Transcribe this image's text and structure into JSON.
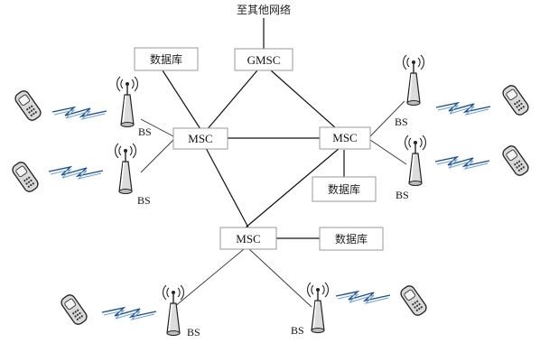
{
  "external_network_label": "至其他网络",
  "gmsc_label": "GMSC",
  "msc_left_label": "MSC",
  "msc_right_label": "MSC",
  "msc_bottom_label": "MSC",
  "database_label": "数据库",
  "bs_label": "BS",
  "colors": {
    "line": "#111111",
    "box_border": "#9a9a9a",
    "radio_wave": "#1f4f8a"
  },
  "icons": {
    "base_station": "base-station-icon",
    "mobile_phone": "mobile-phone-icon",
    "radio_link": "radio-wave-icon"
  }
}
